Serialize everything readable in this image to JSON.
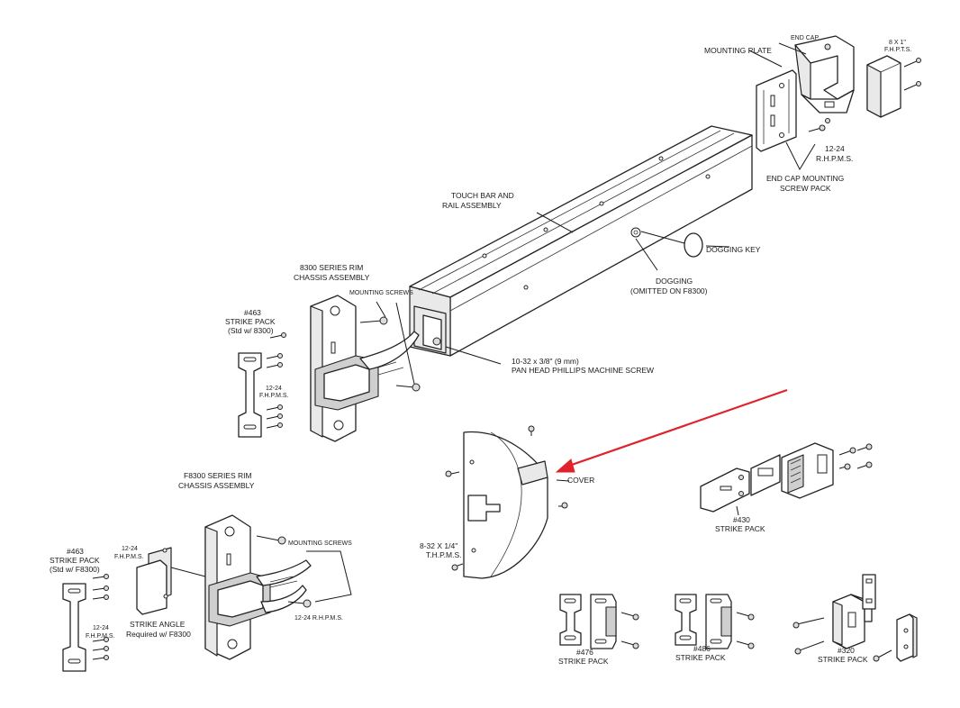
{
  "labels": {
    "end_cap": "END CAP",
    "fhpts_1": "8 X 1\"",
    "fhpts_2": "F.H.P.T.S.",
    "mounting_plate": "MOUNTING PLATE",
    "rhpms_top_1": "12-24",
    "rhpms_top_2": "R.H.P.M.S.",
    "end_cap_screw_1": "END CAP MOUNTING",
    "end_cap_screw_2": "SCREW PACK",
    "touch_bar_1": "TOUCH BAR AND",
    "touch_bar_2": "RAIL ASSEMBLY",
    "dogging_key": "DOGGING KEY",
    "dogging_1": "DOGGING",
    "dogging_2": "(OMITTED ON F8300)",
    "rim_chassis_1": "8300 SERIES RIM",
    "rim_chassis_2": "CHASSIS ASSEMBLY",
    "mounting_screws_top": "MOUNTING SCREWS",
    "sp463_top_1": "#463",
    "sp463_top_2": "STRIKE PACK",
    "sp463_top_3": "(Std w/ 8300)",
    "fhpms_top_1": "12-24",
    "fhpms_top_2": "F.H.P.M.S.",
    "machine_screw_1": "10-32 x 3/8\" (9 mm)",
    "machine_screw_2": "PAN HEAD PHILLIPS MACHINE SCREW",
    "cover": "COVER",
    "thpms_1": "8-32 X 1/4\"",
    "thpms_2": "T.H.P.M.S.",
    "sp430_1": "#430",
    "sp430_2": "STRIKE PACK",
    "f8300_chassis_1": "F8300 SERIES RIM",
    "f8300_chassis_2": "CHASSIS ASSEMBLY",
    "mounting_screws_bottom": "MOUNTING SCREWS",
    "sp463_bot_1": "#463",
    "sp463_bot_2": "STRIKE PACK",
    "sp463_bot_3": "(Std w/ F8300)",
    "fhpms_angle_1": "12-24",
    "fhpms_angle_2": "F.H.P.M.S.",
    "fhpms_bot_1": "12-24",
    "fhpms_bot_2": "F.H.P.M.S.",
    "strike_angle_1": "STRIKE ANGLE",
    "strike_angle_2": "Required w/ F8300",
    "rhpms_bot": "12-24 R.H.P.M.S.",
    "sp476_1": "#476",
    "sp476_2": "STRIKE PACK",
    "sp486_1": "#486",
    "sp486_2": "STRIKE PACK",
    "sp320_1": "#320",
    "sp320_2": "STRIKE PACK"
  },
  "colors": {
    "arrow": "#e0232a",
    "line": "#1a1a1a"
  }
}
